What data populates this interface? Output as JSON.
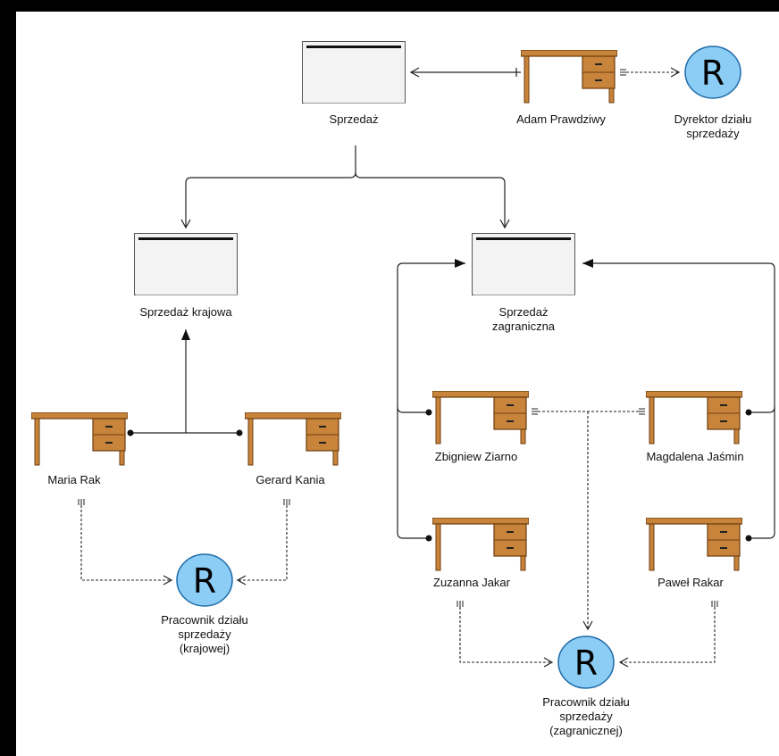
{
  "units": {
    "sprzedaz": "Sprzedaż",
    "krajowa": "Sprzedaż krajowa",
    "zagraniczna": "Sprzedaż\nzagraniczna"
  },
  "people": {
    "adam": "Adam Prawdziwy",
    "maria": "Maria Rak",
    "gerard": "Gerard Kania",
    "zbigniew": "Zbigniew Ziarno",
    "magdalena": "Magdalena Jaśmin",
    "zuzanna": "Zuzanna Jakar",
    "pawel": "Paweł Rakar"
  },
  "roles": {
    "symbol": "R",
    "dyrektor": "Dyrektor działu\nsprzedaży",
    "krajowy": "Pracownik działu\nsprzedaży\n(krajowej)",
    "zagraniczny": "Pracownik działu\nsprzedaży\n(zagranicznej)"
  },
  "colors": {
    "desk": "#c8843a",
    "desk_dark": "#6b3d10",
    "role_fill": "#8ccdf5",
    "role_stroke": "#1d6aa8",
    "unit_fill": "#f3f3f3"
  }
}
